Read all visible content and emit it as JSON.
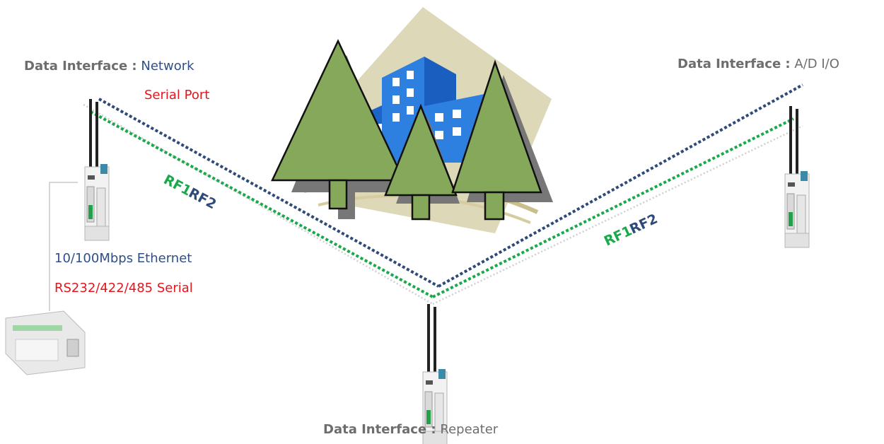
{
  "colors": {
    "network_blue": "#2f4f86",
    "serial_red": "#e8141b",
    "rf1_green": "#19a94a",
    "rf2_navy": "#2e4a7a",
    "label_gray": "#6d6d6d",
    "tree_green": "#86a85a",
    "building_blue": "#2d7fe0"
  },
  "left_node": {
    "label": "Data Interface :",
    "value": "Network",
    "value2": "Serial Port",
    "ethernet": "10/100Mbps Ethernet",
    "serial": "RS232/422/485 Serial",
    "icons": [
      "antenna-icon",
      "modem-icon",
      "plc-icon"
    ]
  },
  "right_node": {
    "label": "Data Interface :",
    "value": "A/D I/O",
    "icons": [
      "antenna-icon",
      "modem-icon"
    ]
  },
  "repeater_node": {
    "label": "Data Interface :",
    "value": "Repeater",
    "icons": [
      "antenna-icon",
      "modem-icon"
    ]
  },
  "links": {
    "left": {
      "rf1": "RF1",
      "rf2": "RF2"
    },
    "right": {
      "rf1": "RF1",
      "rf2": "RF2"
    }
  },
  "obstacle": {
    "icon": "city-forest-icon"
  }
}
